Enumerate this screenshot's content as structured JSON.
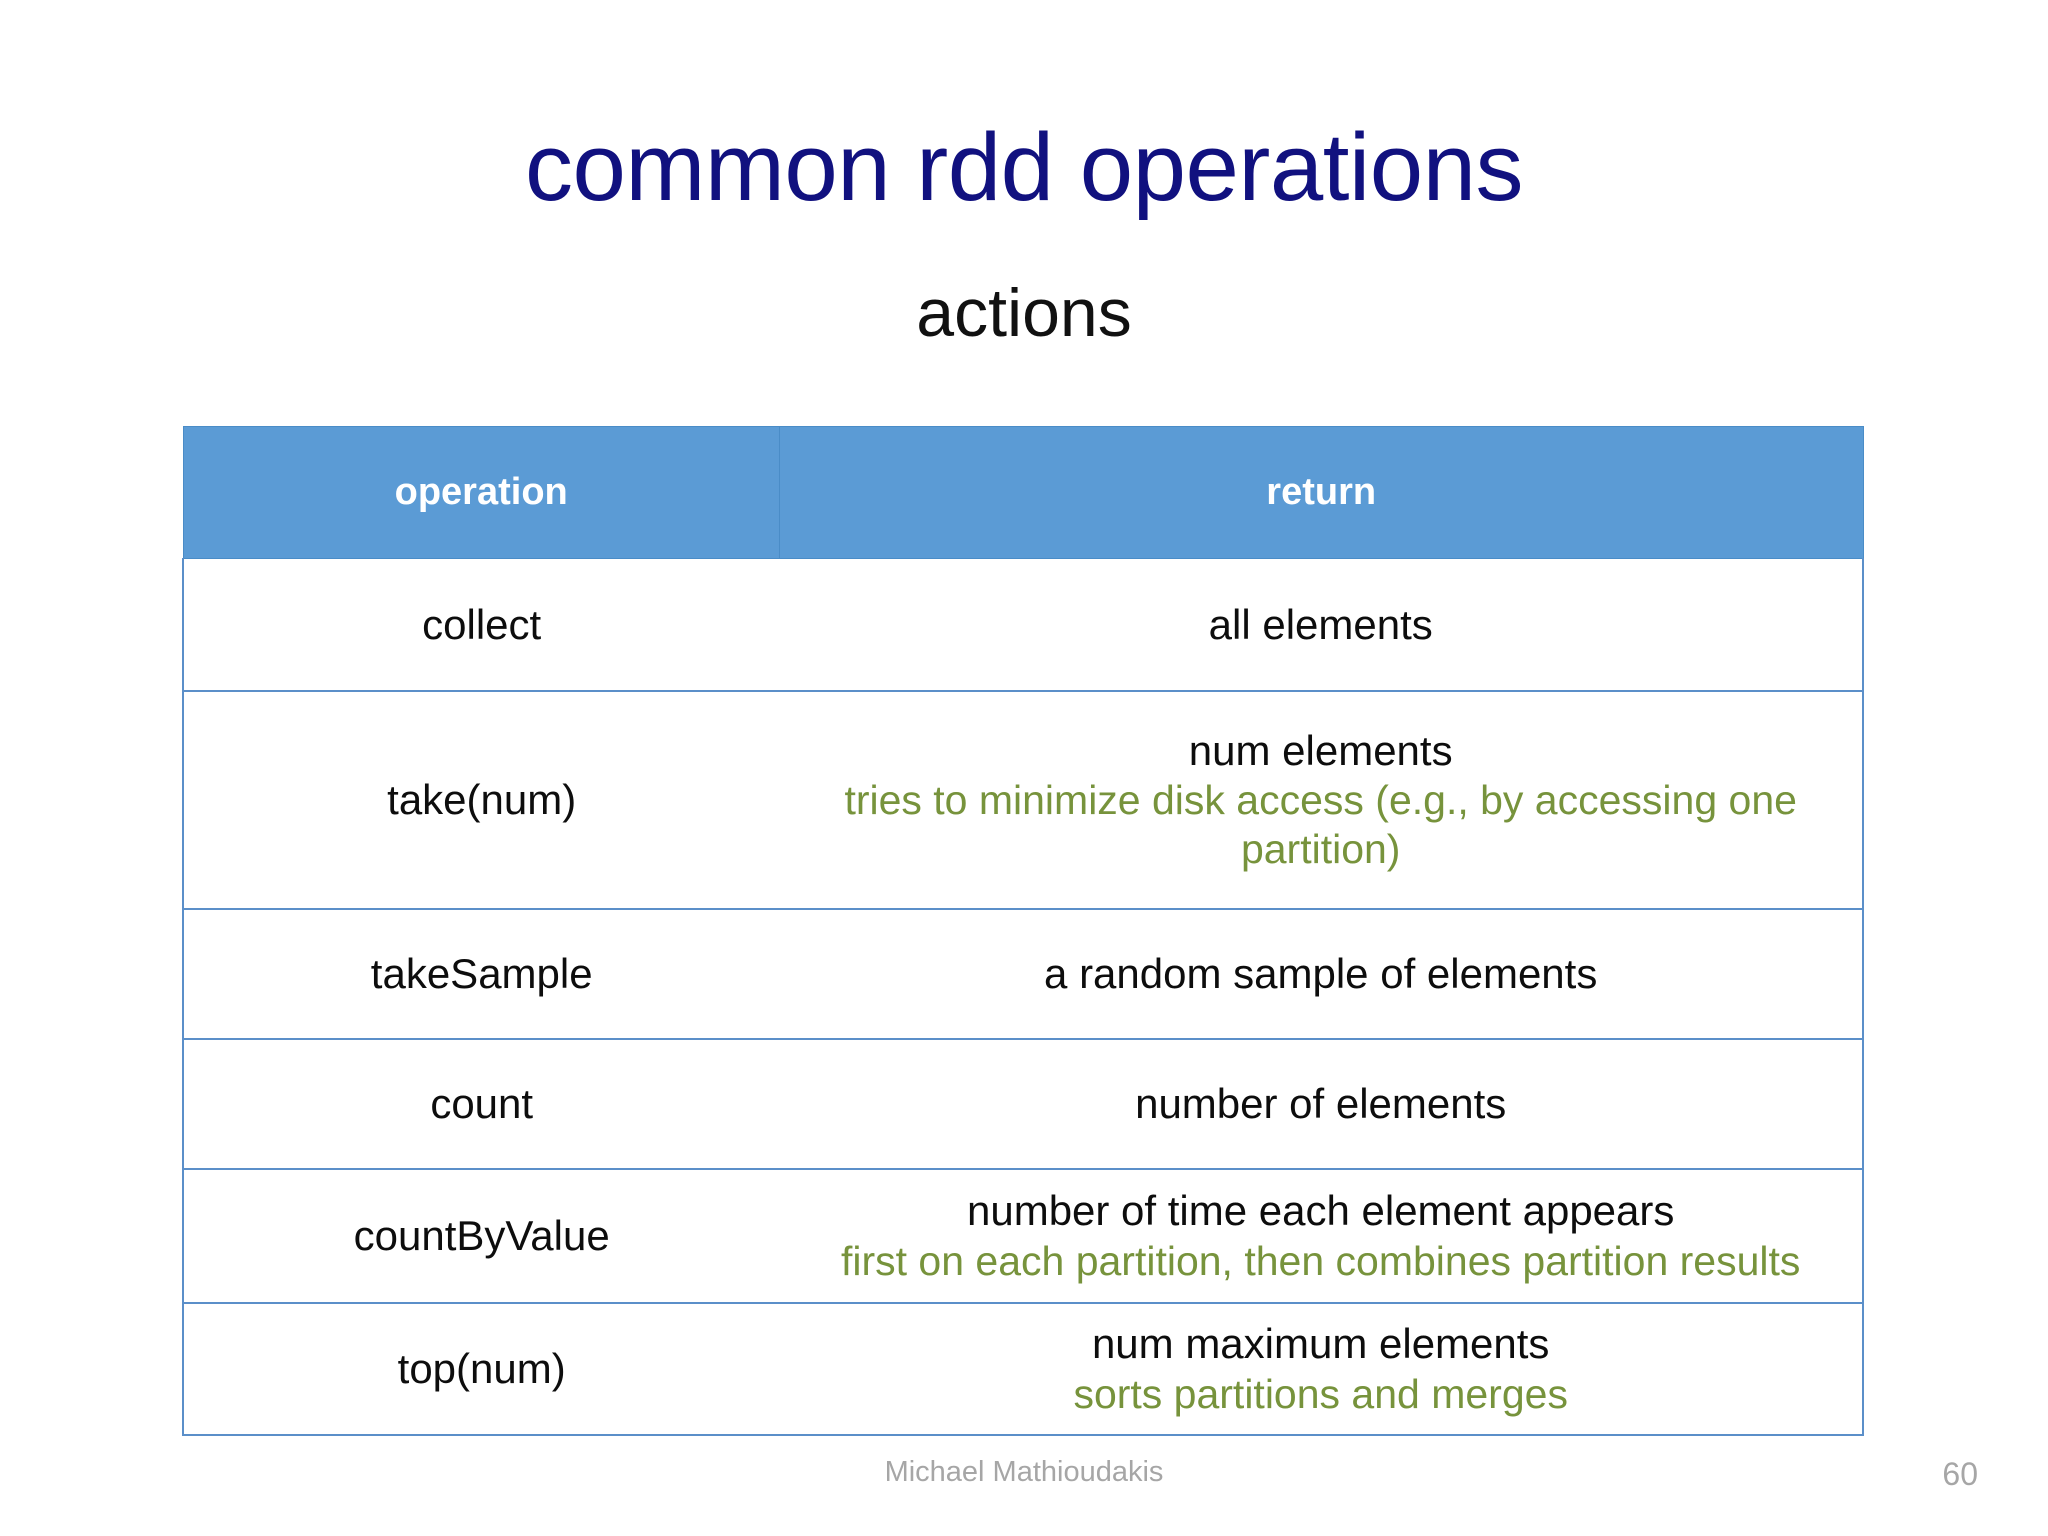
{
  "slide": {
    "title": "common rdd operations",
    "subtitle": "actions",
    "title_color": "#11117f",
    "subtitle_color": "#111111",
    "header_bg_color": "#5b9bd5",
    "border_color": "#5b8fc9",
    "note_color": "#77933c"
  },
  "table": {
    "headers": {
      "operation": "operation",
      "return": "return"
    },
    "rows": [
      {
        "operation": "collect",
        "return_main": "all elements",
        "return_note": ""
      },
      {
        "operation": "take(num)",
        "return_main": "num elements",
        "return_note": "tries to minimize disk access (e.g., by accessing one partition)"
      },
      {
        "operation": "takeSample",
        "return_main": "a random sample of elements",
        "return_note": ""
      },
      {
        "operation": "count",
        "return_main": "number of elements",
        "return_note": ""
      },
      {
        "operation": "countByValue",
        "return_main": "number of time each element appears",
        "return_note": "first on each partition, then combines partition results"
      },
      {
        "operation": "top(num)",
        "return_main": "num maximum elements",
        "return_note": "sorts partitions and merges"
      }
    ]
  },
  "footer": {
    "author": "Michael Mathioudakis",
    "page_number": "60"
  }
}
